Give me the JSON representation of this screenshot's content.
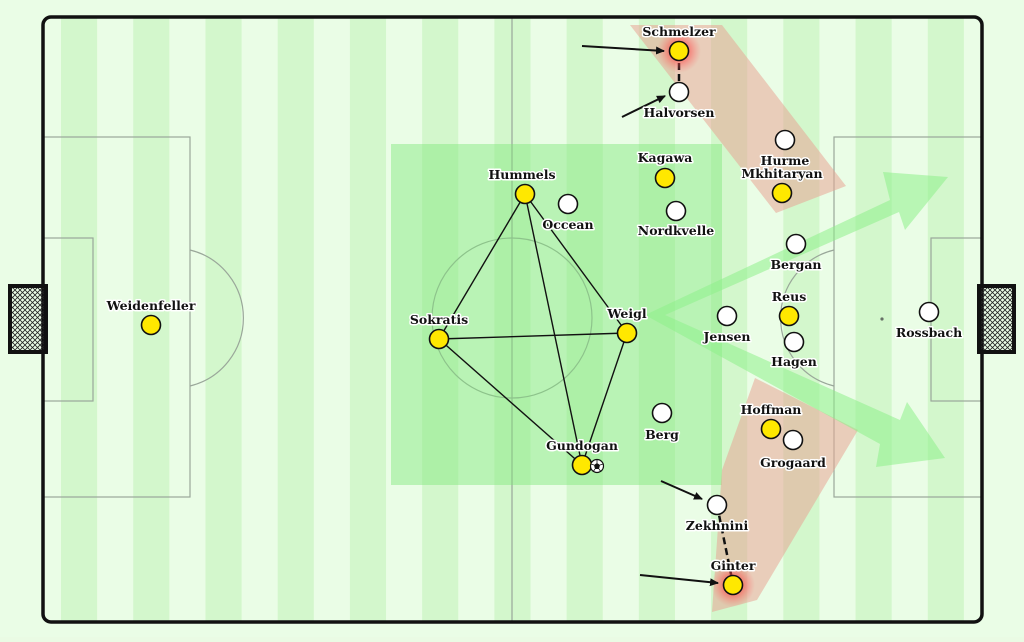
{
  "colors": {
    "pitch_light": "#eafde6",
    "pitch_stripe": "#d3f7cc",
    "zone_green": "#7fe67a",
    "zone_red": "#e9a79a",
    "team_yellow": "#ffe800",
    "team_white": "#ffffff",
    "pressure_glow": "#ff3a3a"
  },
  "icons": {
    "ball": "football-icon",
    "goal": "goal-net-icon"
  },
  "yellow_players": [
    {
      "name": "Weidenfeller"
    },
    {
      "name": "Sokratis"
    },
    {
      "name": "Hummels"
    },
    {
      "name": "Weigl"
    },
    {
      "name": "Gundogan"
    },
    {
      "name": "Kagawa"
    },
    {
      "name": "Mkhitaryan"
    },
    {
      "name": "Reus"
    },
    {
      "name": "Hoffman"
    },
    {
      "name": "Schmelzer"
    },
    {
      "name": "Ginter"
    }
  ],
  "white_players": [
    {
      "name": "Occean"
    },
    {
      "name": "Nordkvelle"
    },
    {
      "name": "Halvorsen"
    },
    {
      "name": "Hurme"
    },
    {
      "name": "Bergan"
    },
    {
      "name": "Jensen"
    },
    {
      "name": "Hagen"
    },
    {
      "name": "Berg"
    },
    {
      "name": "Grogaard"
    },
    {
      "name": "Zekhnini"
    },
    {
      "name": "Rossbach"
    }
  ]
}
